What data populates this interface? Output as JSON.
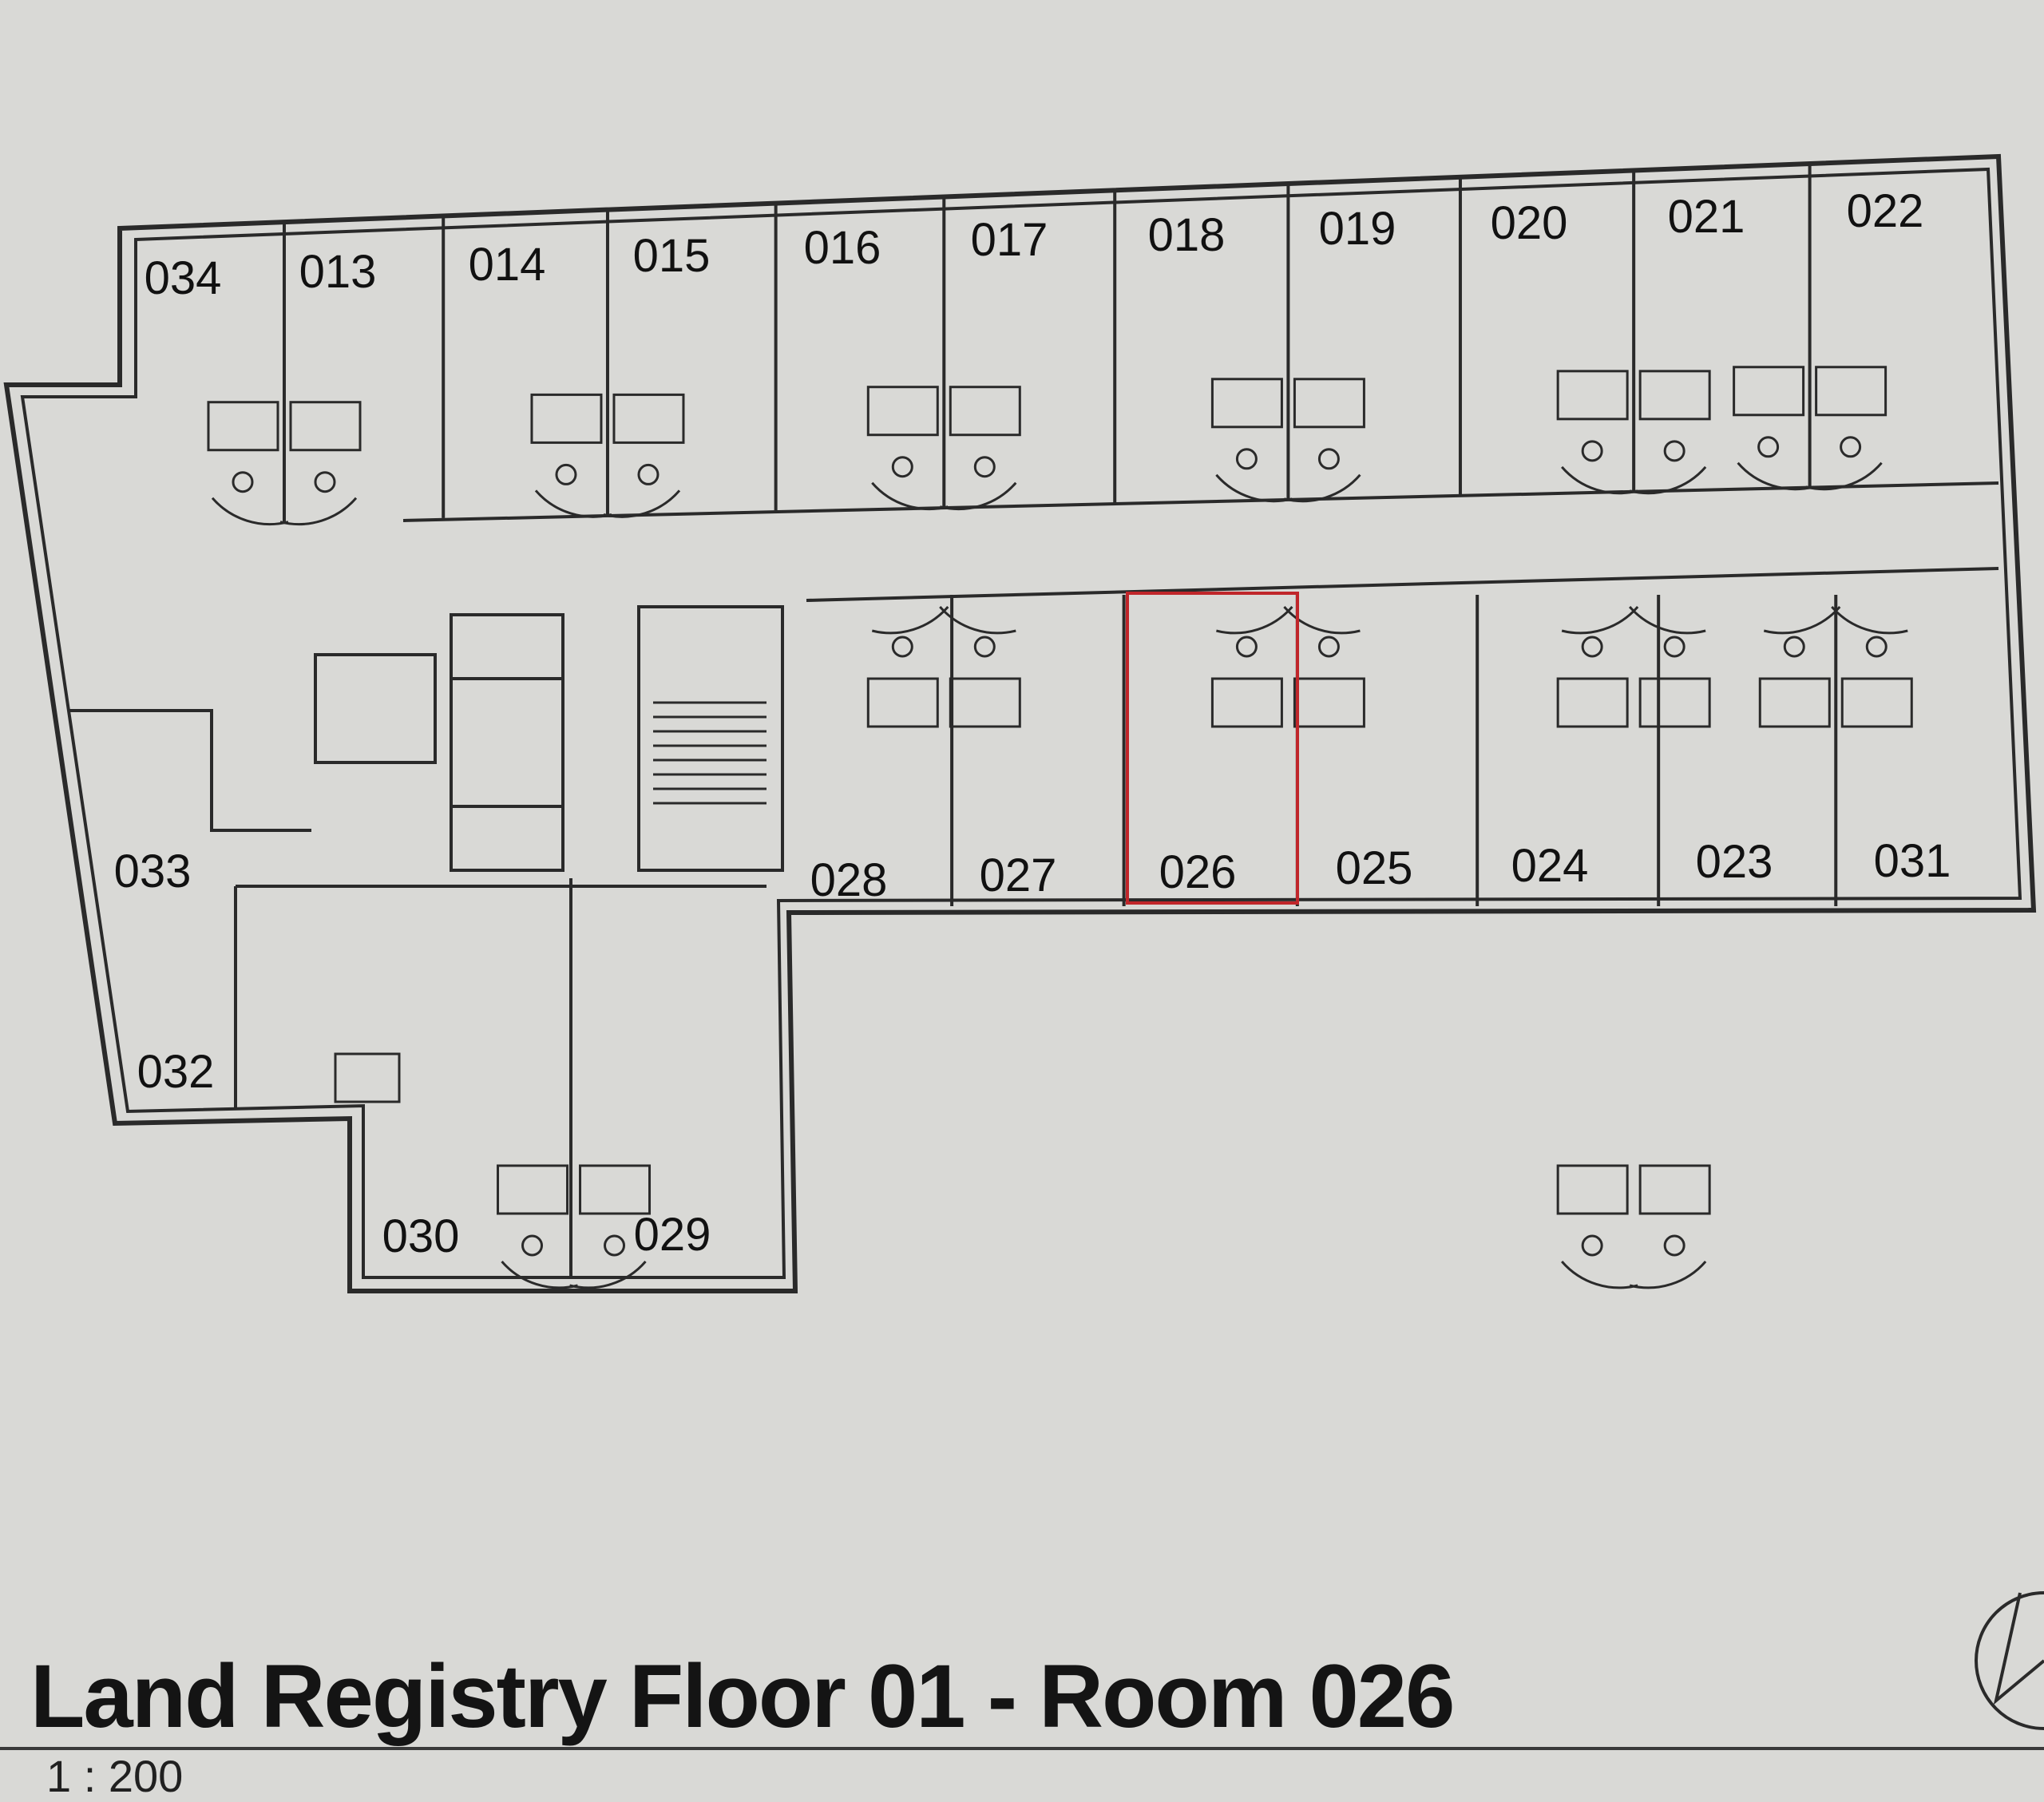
{
  "drawing": {
    "title": "Land Registry Floor 01 - Room 026",
    "scale": "1 : 200",
    "highlighted_room": "026",
    "highlight_color": "#c0262a",
    "line_color": "#2a2a2a"
  },
  "rooms": {
    "top_row": [
      "034",
      "013",
      "014",
      "015",
      "016",
      "017",
      "018",
      "019",
      "020",
      "021",
      "022"
    ],
    "bottom_row": [
      "028",
      "027",
      "026",
      "025",
      "024",
      "023",
      "031"
    ],
    "west_wing": [
      "033",
      "032",
      "030",
      "029"
    ]
  },
  "north_arrow_icon": "compass-north-arrow"
}
